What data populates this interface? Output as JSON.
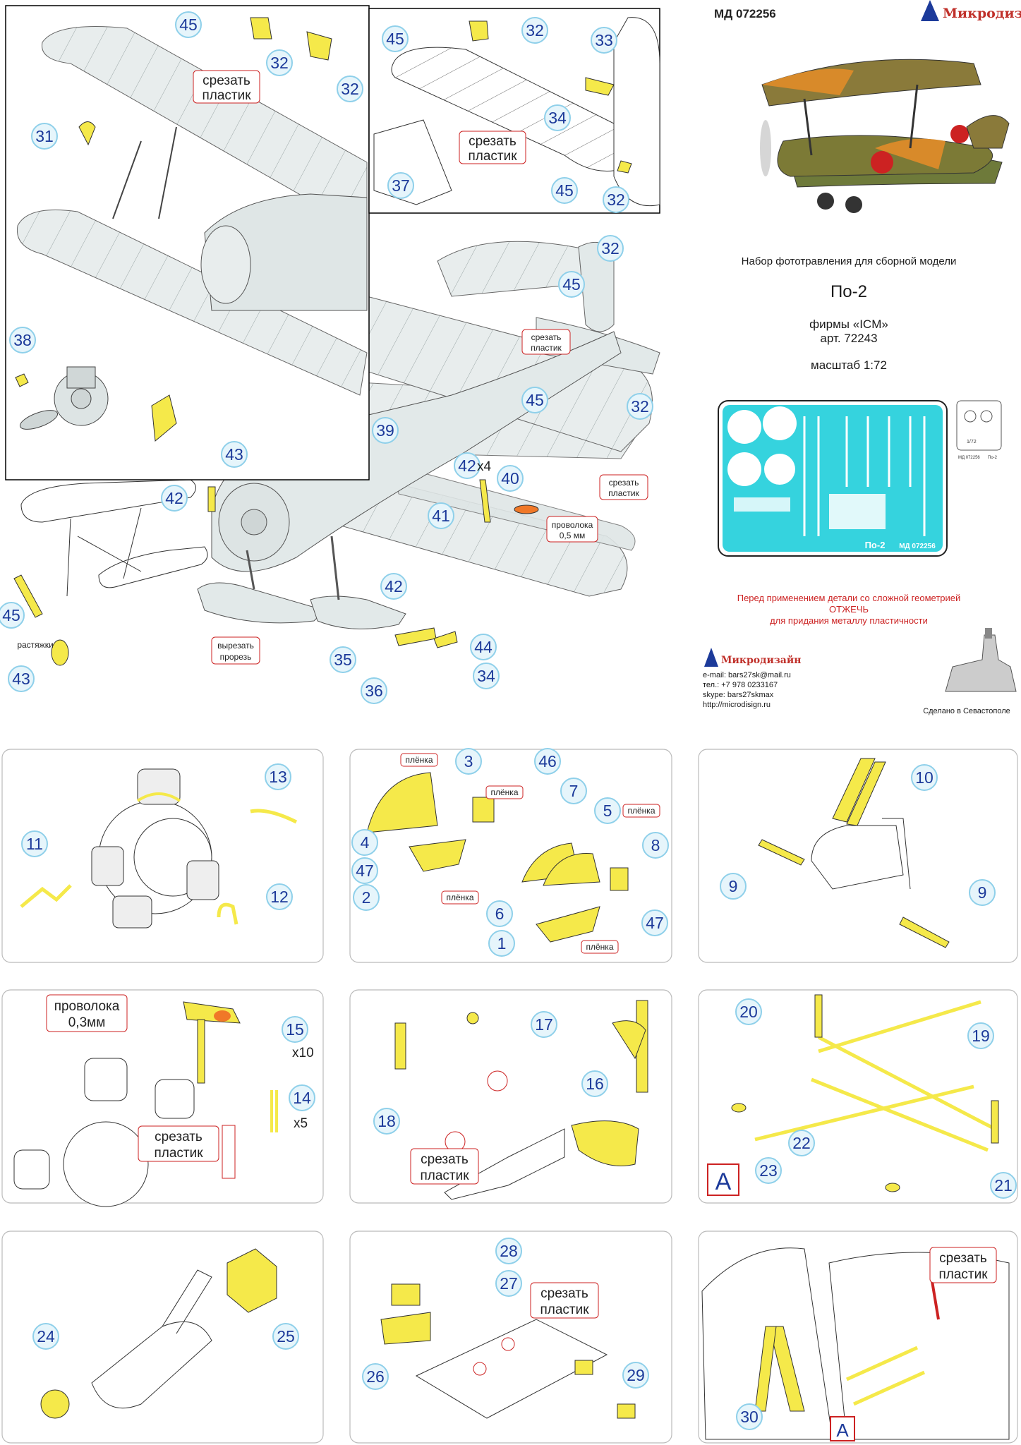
{
  "header": {
    "code": "МД 072256",
    "brand": "Микродизайн"
  },
  "product": {
    "title_line": "Набор фототравления для сборной модели",
    "model": "По-2",
    "maker": "фирмы «ICM»",
    "article": "арт. 72243",
    "scale": "масштаб 1:72"
  },
  "fret": {
    "label_model": "По-2",
    "label_code": "МД 072256",
    "mini_scale": "1/72",
    "mini_label": "По-2",
    "mini_code": "МД 072256"
  },
  "warning": {
    "line1": "Перед применением детали со сложной геометрией",
    "line2": "ОТЖЕЧЬ",
    "line3": "для придания металлу пластичности"
  },
  "contacts": {
    "brand": "Микродизайн",
    "email": "e-mail: bars27sk@mail.ru",
    "phone": "тел.: +7 978 0233167",
    "skype": "skype: bars27skmax",
    "web": "http://microdisign.ru"
  },
  "made_in": "Сделано в Севастополе",
  "labels": {
    "cut_plastic_1": "срезать",
    "cut_plastic_2": "пластик",
    "cut_slot_1": "вырезать",
    "cut_slot_2": "прорезь",
    "wire05_1": "проволока",
    "wire05_2": "0,5 мм",
    "wire03_1": "проволока",
    "wire03_2": "0,3мм",
    "film": "плёнка",
    "bracing": "растяжки",
    "x4": "x4",
    "x10": "x10",
    "x5": "x5",
    "section_a": "A"
  },
  "parts": [
    "1",
    "2",
    "3",
    "4",
    "5",
    "6",
    "7",
    "8",
    "9",
    "10",
    "11",
    "12",
    "13",
    "14",
    "15",
    "16",
    "17",
    "18",
    "19",
    "20",
    "21",
    "22",
    "23",
    "24",
    "25",
    "26",
    "27",
    "28",
    "29",
    "30",
    "31",
    "32",
    "33",
    "34",
    "35",
    "36",
    "37",
    "38",
    "39",
    "40",
    "41",
    "42",
    "43",
    "44",
    "45",
    "46",
    "47"
  ],
  "colors": {
    "part_yellow": "#f5e94a",
    "callout_blue": "#1c3a9a",
    "circle_fill": "#e6f5fb",
    "circle_stroke": "#8fd0ea",
    "red": "#cc2222",
    "fret_cyan": "#35d3de",
    "model_grey": "#e9eeee"
  }
}
